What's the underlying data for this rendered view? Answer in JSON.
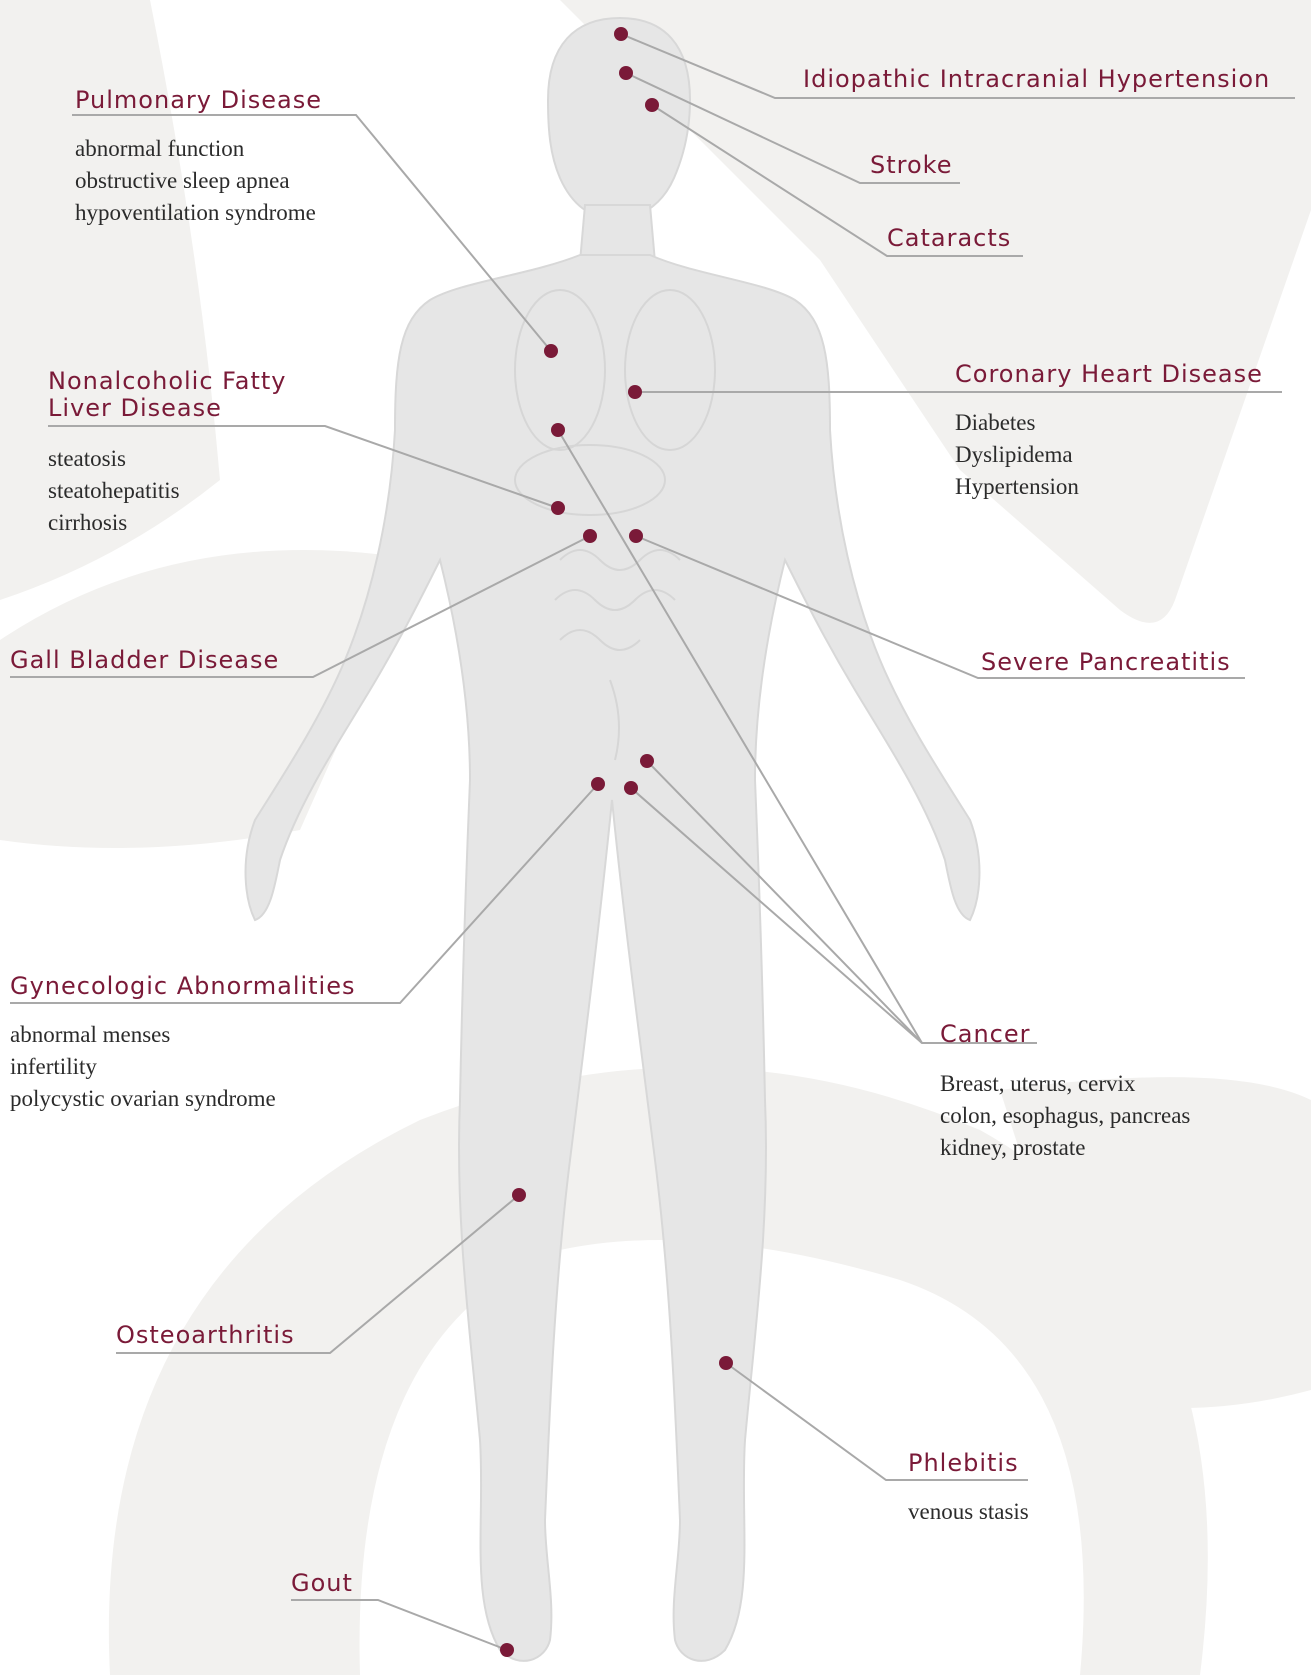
{
  "colors": {
    "accent": "#7a1a38",
    "leader_line": "#a9a9a9",
    "body_fill": "#e6e6e6",
    "background_shape": "#f2f1ef"
  },
  "conditions": {
    "iih": {
      "title": "Idiopathic Intracranial Hypertension"
    },
    "stroke": {
      "title": "Stroke"
    },
    "cataracts": {
      "title": "Cataracts"
    },
    "pulmonary": {
      "title": "Pulmonary Disease",
      "details": [
        "abnormal function",
        "obstructive sleep apnea",
        "hypoventilation syndrome"
      ]
    },
    "nafld": {
      "title_line1": "Nonalcoholic Fatty",
      "title_line2": "Liver Disease",
      "details": [
        "steatosis",
        "steatohepatitis",
        "cirrhosis"
      ]
    },
    "chd": {
      "title": "Coronary Heart Disease",
      "details": [
        "Diabetes",
        "Dyslipidema",
        "Hypertension"
      ]
    },
    "gallbladder": {
      "title": "Gall Bladder Disease"
    },
    "pancreatitis": {
      "title": "Severe Pancreatitis"
    },
    "gynecologic": {
      "title": "Gynecologic Abnormalities",
      "details": [
        "abnormal menses",
        "infertility",
        "polycystic ovarian syndrome"
      ]
    },
    "cancer": {
      "title": "Cancer",
      "details": [
        "Breast, uterus, cervix",
        "colon, esophagus, pancreas",
        "kidney, prostate"
      ]
    },
    "osteoarthritis": {
      "title": "Osteoarthritis"
    },
    "phlebitis": {
      "title": "Phlebitis",
      "details": [
        "venous stasis"
      ]
    },
    "gout": {
      "title": "Gout"
    }
  }
}
